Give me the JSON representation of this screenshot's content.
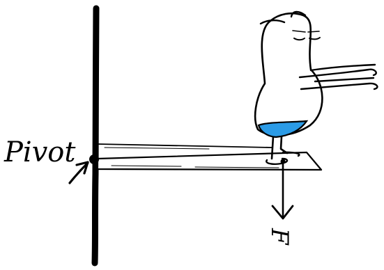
{
  "labels": {
    "pivot": "Pivot",
    "force": "F"
  },
  "colors": {
    "ink": "#000000",
    "shorts": "#2b9be6",
    "board_fill": "#ffffff",
    "background": "#ffffff"
  },
  "icons": {
    "pivot_marker": "filled-circle",
    "label_pointer": "arrow",
    "force_vector": "arrow-down"
  }
}
